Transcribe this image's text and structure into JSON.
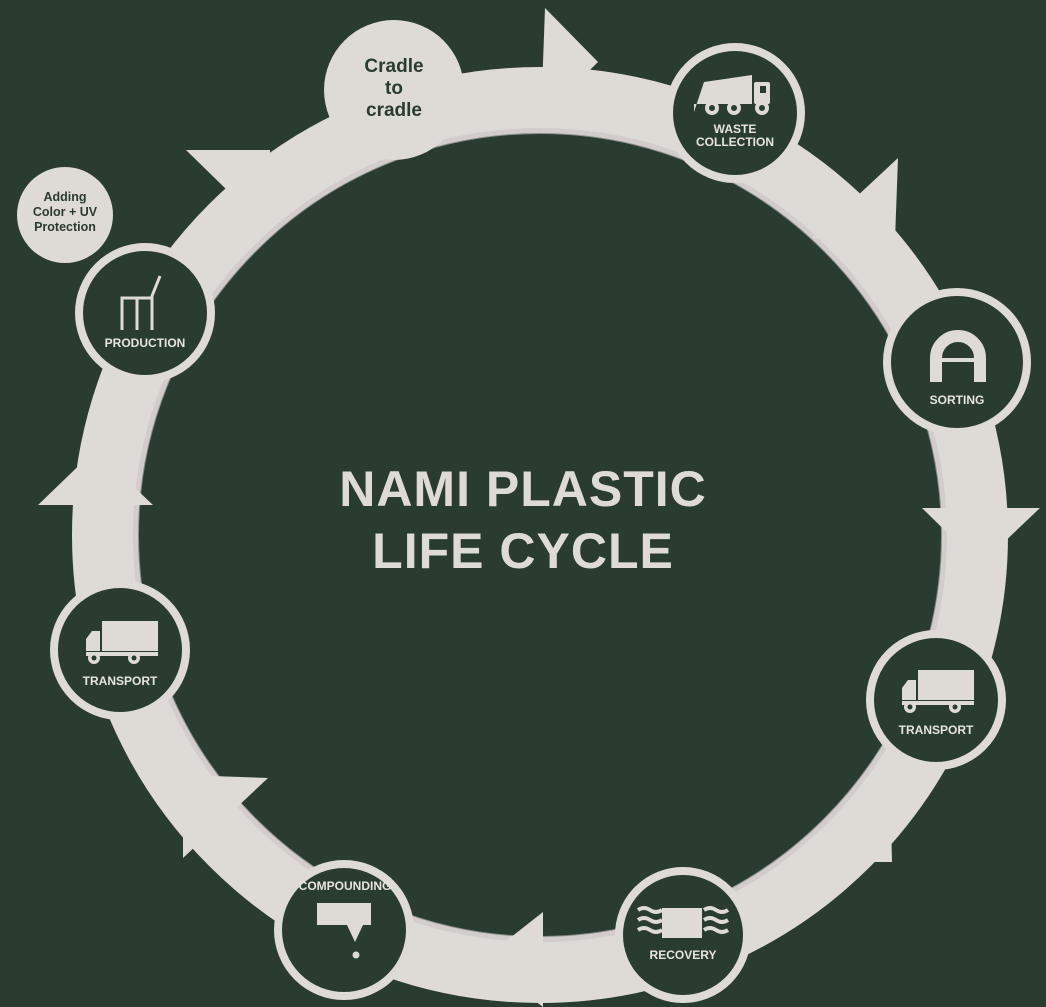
{
  "title": {
    "line1": "NAMI PLASTIC",
    "line2": "LIFE CYCLE"
  },
  "stages": [
    {
      "label_lines": [
        "WASTE",
        "COLLECTION"
      ],
      "icon": "garbage-truck-icon"
    },
    {
      "label_lines": [
        "SORTING"
      ],
      "icon": "magnet-icon"
    },
    {
      "label_lines": [
        "TRANSPORT"
      ],
      "icon": "truck-icon"
    },
    {
      "label_lines": [
        "RECOVERY"
      ],
      "icon": "washing-water-icon"
    },
    {
      "label_lines": [
        "COMPOUNDING"
      ],
      "icon": "extruder-icon"
    },
    {
      "label_lines": [
        "TRANSPORT"
      ],
      "icon": "truck-icon"
    },
    {
      "label_lines": [
        "PRODUCTION"
      ],
      "icon": "chair-icon"
    }
  ],
  "notes": {
    "cradle": [
      "Cradle",
      "to",
      "cradle"
    ],
    "adding": [
      "Adding",
      "Color + UV",
      "Protection"
    ]
  },
  "colors": {
    "background": "#2a3c30",
    "ring": "#dedad6",
    "node": "#2a3c30",
    "text_light": "#e8e4e0"
  }
}
